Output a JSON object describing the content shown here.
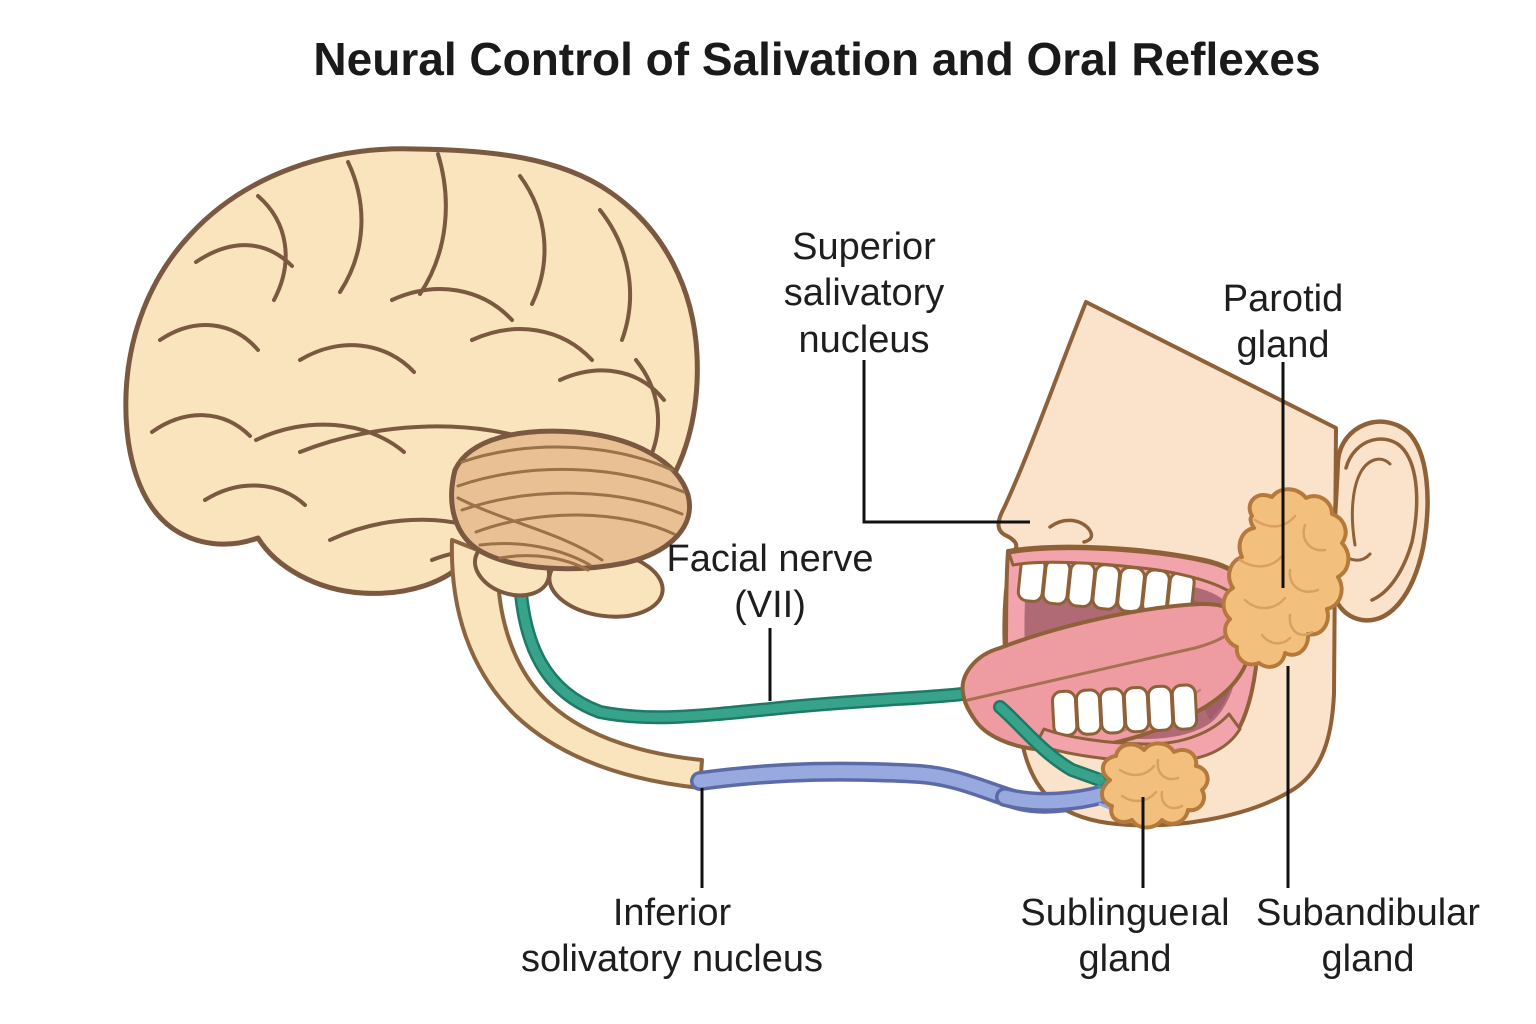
{
  "title": "Neural Control of Salivation and Oral Reflexes",
  "labels": {
    "superior_salivatory_nucleus": "Superior\nsalivatory\nnucleus",
    "parotid_gland": "Parotid\ngland",
    "facial_nerve_vii": "Facial nerve\n(VII)",
    "inferior_salivatory_nucleus": "Inferior\nsolivatory nucleus",
    "sublingual_gland": "Sublingueıal\ngland",
    "submandibular_gland": "Subandibular\ngland"
  },
  "colors": {
    "background": "#ffffff",
    "label_text": "#1e1e1e",
    "brain_fill": "#f9e4bd",
    "brain_outline": "#7a5940",
    "cerebellum_fill": "#e9c094",
    "cerebellum_lines": "#9a7148",
    "skin_fill": "#fbe3cb",
    "skin_outline": "#8f6138",
    "mouth_ring_pink": "#f2a3ab",
    "mouth_interior": "#b06a76",
    "tongue_pink": "#ef9ba2",
    "teeth": "#ffffff",
    "gland_fill": "#f3bf7d",
    "gland_outline": "#b5793c",
    "gland_lobules": "#d9a05f",
    "nerve_green": "#37a38a",
    "nerve_green_dark": "#1e7a66",
    "nerve_blue": "#98a9df",
    "nerve_blue_dark": "#5c6ba8",
    "leader_line": "#111111"
  }
}
